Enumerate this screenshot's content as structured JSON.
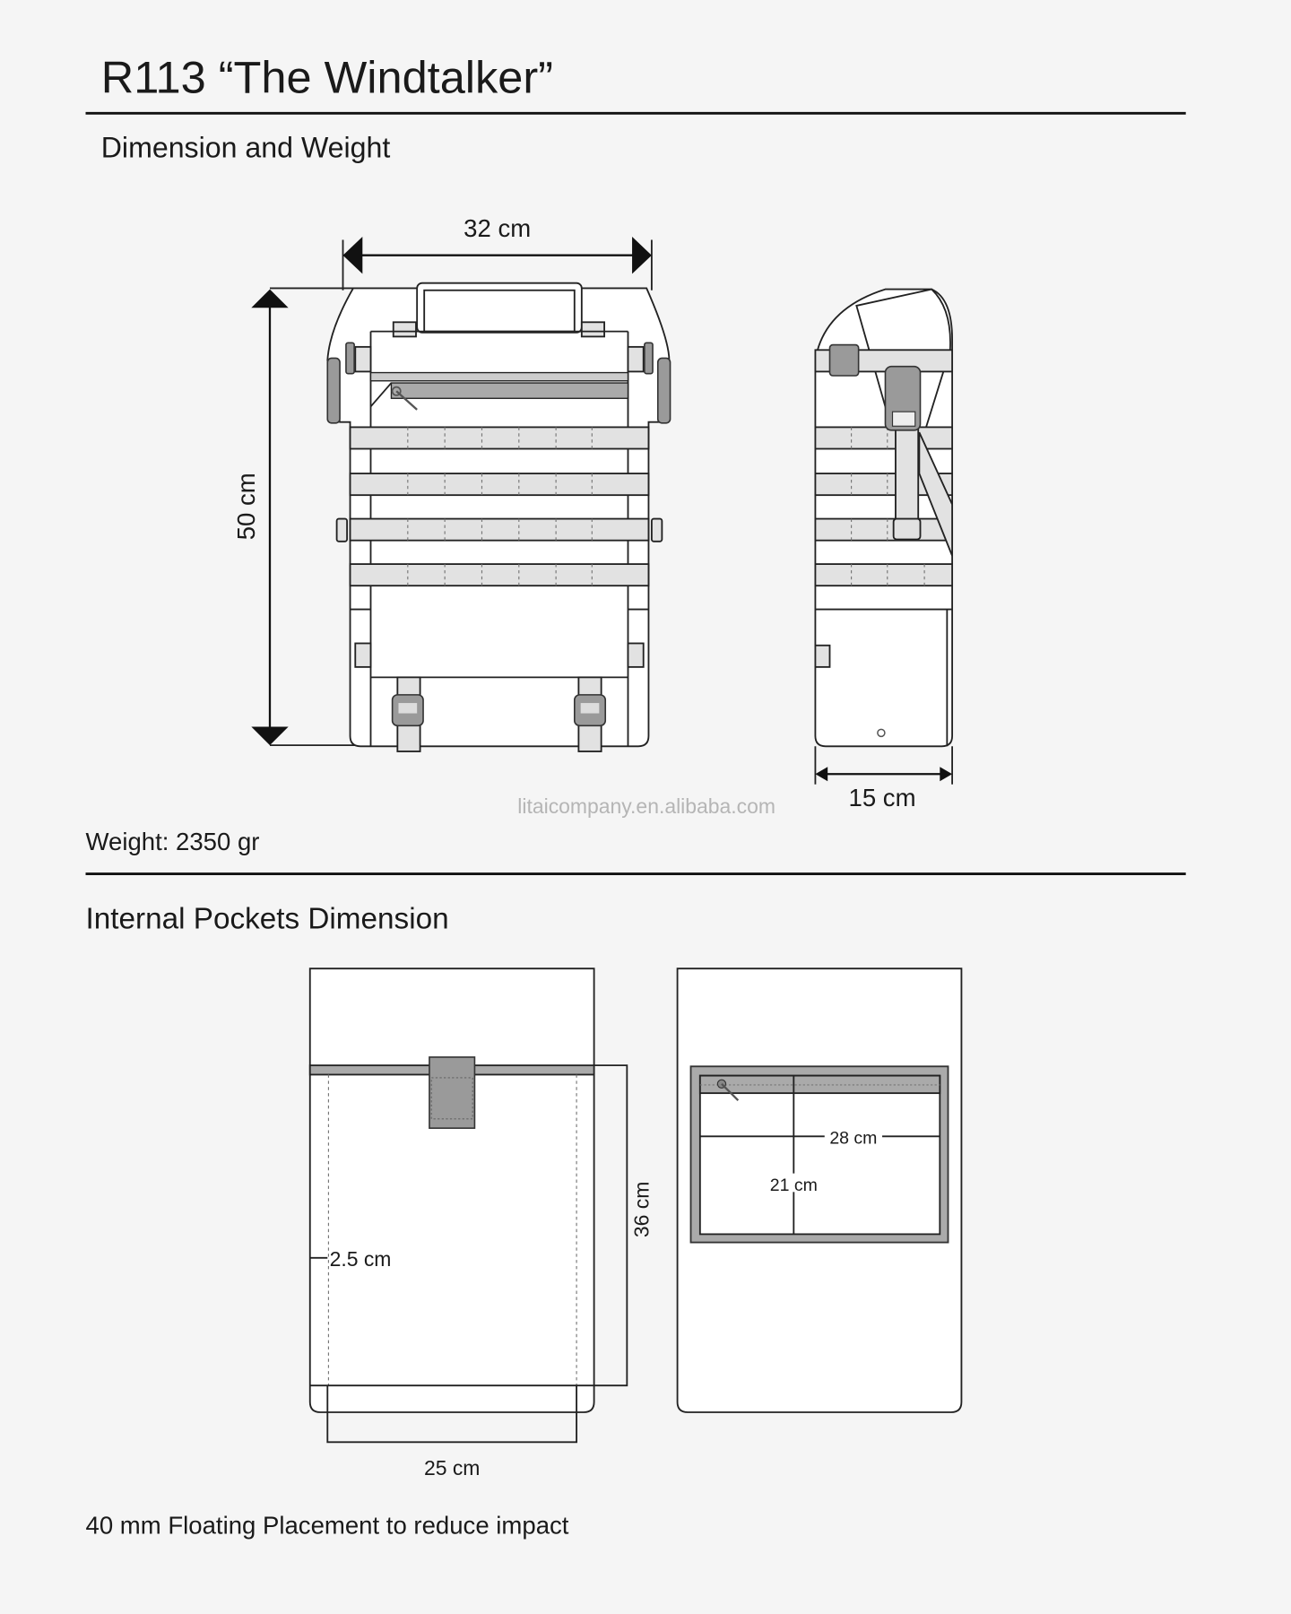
{
  "title": "R113 “The Windtalker”",
  "section1": {
    "heading": "Dimension and Weight",
    "width_label": "32 cm",
    "height_label": "50 cm",
    "depth_label": "15 cm",
    "watermark": "litaicompany.en.alibaba.com",
    "weight": "Weight: 2350 gr"
  },
  "section2": {
    "heading": "Internal Pockets Dimension",
    "pocket_height": "36 cm",
    "pocket_width": "25 cm",
    "pocket_depth": "2.5 cm",
    "zip_width": "28 cm",
    "zip_height": "21 cm"
  },
  "footer": "40 mm Floating Placement to reduce impact"
}
